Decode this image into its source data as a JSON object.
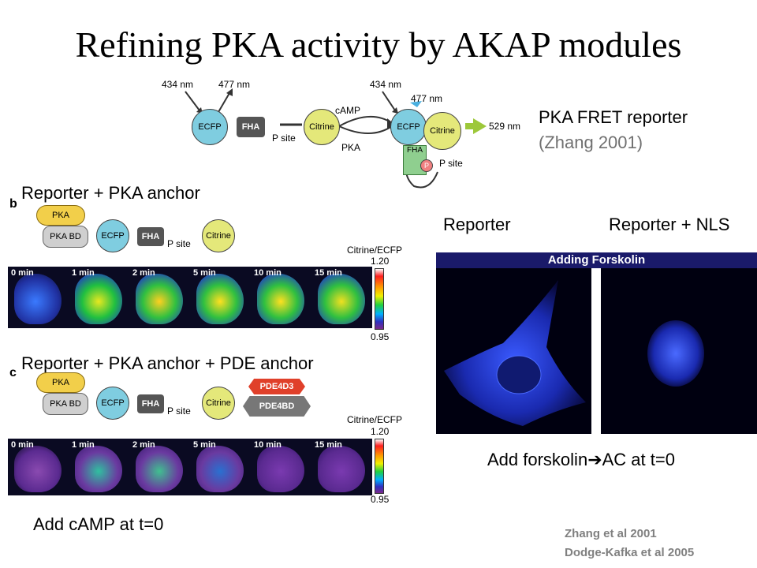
{
  "slide": {
    "title": "Refining PKA activity by AKAP modules",
    "reporter_caption": {
      "line1": "PKA FRET reporter",
      "line2": "(Zhang 2001)"
    },
    "panel_b_label": "Reporter + PKA anchor",
    "panel_c_label": "Reporter + PKA anchor + PDE anchor",
    "right_label_reporter": "Reporter",
    "right_label_nls": "Reporter + NLS",
    "forskolin_banner": "Adding Forskolin",
    "forskolin_caption": {
      "pre": "Add forskolin",
      "arrow": "➔",
      "post": "AC at t=0"
    },
    "camp_caption": "Add cAMP at t=0",
    "citations": [
      "Zhang et al 2001",
      "Dodge-Kafka et al 2005"
    ]
  },
  "top_diagram": {
    "wl_in_left": "434 nm",
    "wl_out_left": "477 nm",
    "wl_in_right": "434 nm",
    "wl_out_right": "477 nm",
    "wl_fret": "529 nm",
    "ecfp": "ECFP",
    "fha": "FHA",
    "citrine": "Citrine",
    "psite": "P site",
    "camp": "cAMP",
    "pka": "PKA",
    "p": "P"
  },
  "panel_b": {
    "letter": "b",
    "pka": "PKA",
    "pka_bd": "PKA BD",
    "ecfp": "ECFP",
    "fha": "FHA",
    "psite": "P site",
    "citrine": "Citrine",
    "ratio_label": "Citrine/ECFP",
    "scale_max": "1.20",
    "scale_min": "0.95",
    "timepoints": [
      "0 min",
      "1 min",
      "2 min",
      "5 min",
      "10 min",
      "15 min"
    ]
  },
  "panel_c": {
    "letter": "c",
    "pka": "PKA",
    "pka_bd": "PKA BD",
    "ecfp": "ECFP",
    "fha": "FHA",
    "psite": "P site",
    "citrine": "Citrine",
    "pde4d3": "PDE4D3",
    "pde4bd": "PDE4BD",
    "ratio_label": "Citrine/ECFP",
    "scale_max": "1.20",
    "scale_min": "0.95",
    "timepoints": [
      "0 min",
      "1 min",
      "2 min",
      "5 min",
      "10 min",
      "15 min"
    ]
  }
}
